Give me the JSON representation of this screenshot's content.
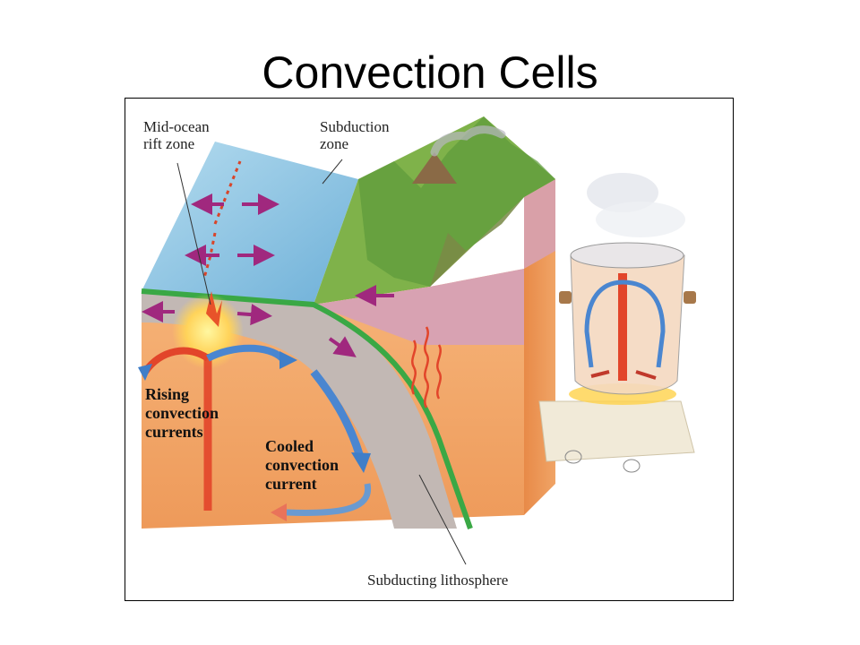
{
  "slide": {
    "title": "Convection Cells"
  },
  "labels": {
    "mid_ocean_rift": "Mid-ocean\nrift zone",
    "subduction_zone": "Subduction\nzone",
    "rising_currents": "Rising\nconvection\ncurrents",
    "cooled_current": "Cooled\nconvection\ncurrent",
    "subducting_lithosphere": "Subducting lithosphere"
  },
  "colors": {
    "mantle": "#f2a868",
    "ocean": "#8cc3e3",
    "lithosphere": "#c9b8b0",
    "green_plate": "#3aa845",
    "warm_arrow": "#e2452a",
    "cool_arrow": "#3f7ec8",
    "plate_arrow": "#a0287e"
  }
}
